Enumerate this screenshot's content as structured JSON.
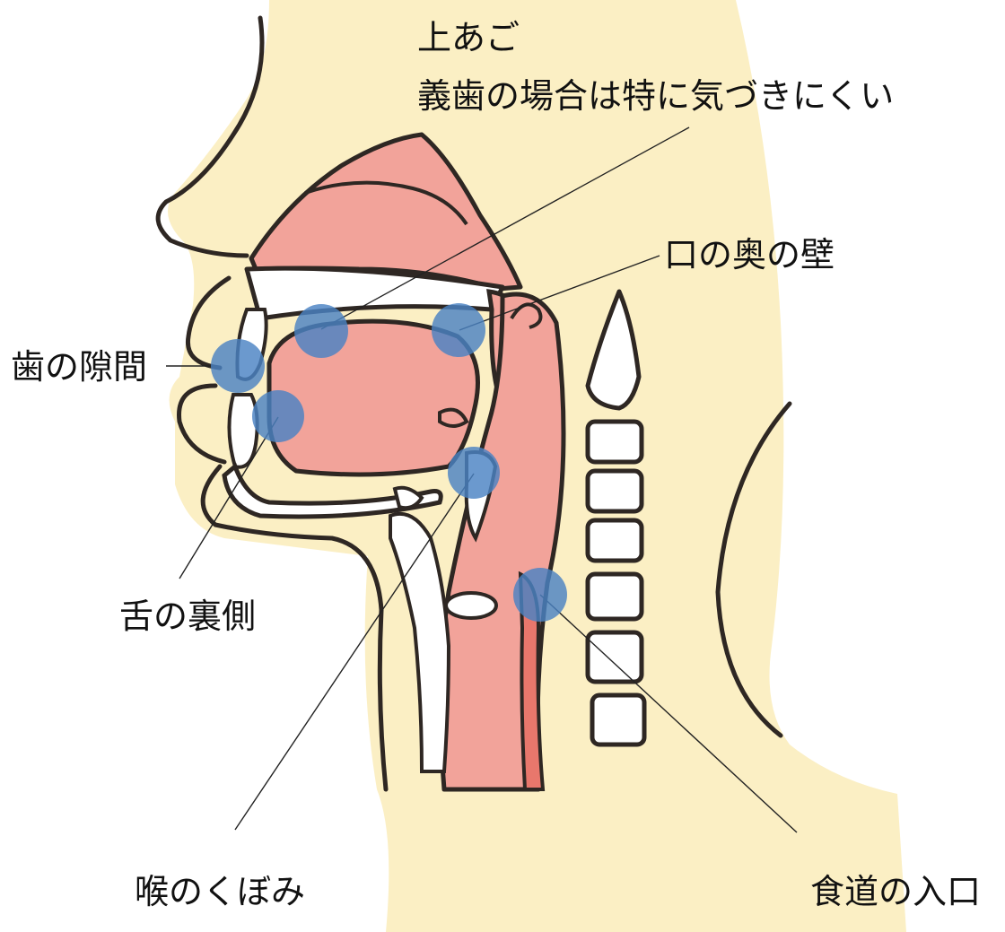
{
  "labels": {
    "upper_jaw": "上あご",
    "upper_jaw_note": "義歯の場合は特に気づきにくい",
    "back_wall": "口の奥の壁",
    "teeth_gap": "歯の隙間",
    "tongue_underside": "舌の裏側",
    "throat_hollow": "喉のくぼみ",
    "esophagus_entrance": "食道の入口"
  },
  "colors": {
    "skin": "#fbefc4",
    "tissue": "#f2a39a",
    "tissue_dark": "#e8776c",
    "outline": "#2e2723",
    "bone": "#ffffff",
    "marker": "#4a82c3"
  }
}
